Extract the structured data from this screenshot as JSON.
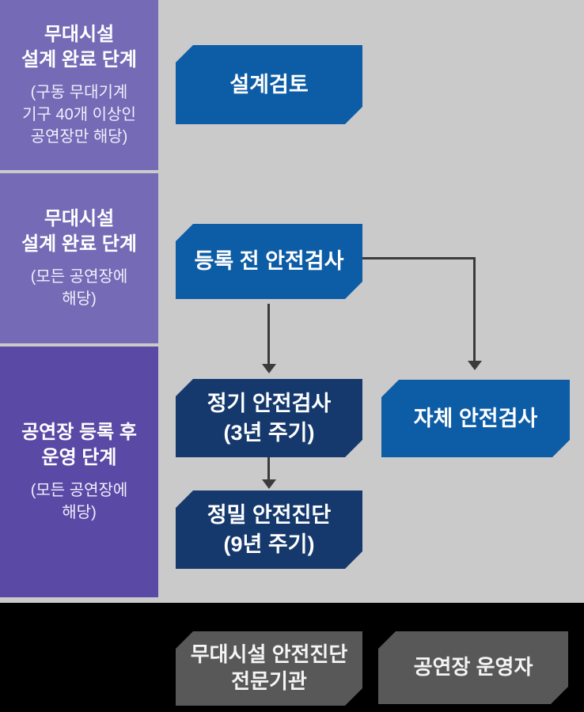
{
  "colors": {
    "background_gray": "#cacaca",
    "stage_purple": "#746ab6",
    "stage_purple_dark": "#5a4aa6",
    "flow_blue": "#0d5ca6",
    "flow_navy": "#15396d",
    "footer_black": "#000000",
    "footer_box_gray": "#585858",
    "arrow_gray": "#3b3b3b",
    "text_white": "#ffffff"
  },
  "sidebar": {
    "stages": [
      {
        "title": "무대시설\n설계 완료 단계",
        "note": "(구동 무대기계\n기구 40개 이상인\n공연장만 해당)"
      },
      {
        "title": "무대시설\n설계 완료 단계",
        "note": "(모든 공연장에\n해당)"
      },
      {
        "title": "공연장 등록 후\n운영 단계",
        "note": "(모든 공연장에\n해당)"
      }
    ]
  },
  "flow": {
    "design_review": "설계검토",
    "pre_registration_inspection": "등록 전 안전검사",
    "periodic_inspection": "정기 안전검사\n(3년 주기)",
    "precision_diagnosis": "정밀 안전진단\n(9년 주기)",
    "self_inspection": "자체 안전검사"
  },
  "footer": {
    "expert_org": "무대시설 안전진단\n전문기관",
    "operator": "공연장 운영자"
  }
}
